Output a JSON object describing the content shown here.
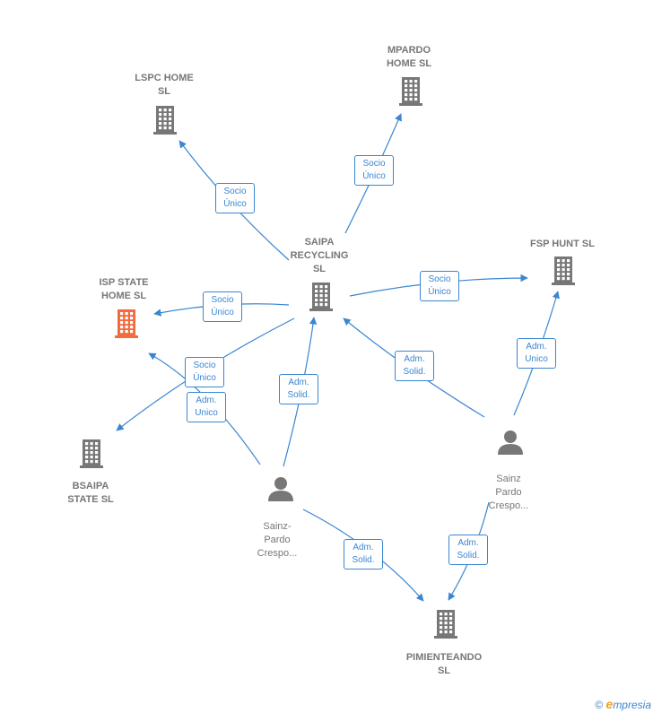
{
  "nodes": [
    {
      "id": "saipa",
      "type": "company",
      "label": "SAIPA\nRECYCLING\nSL",
      "color": "#777777"
    },
    {
      "id": "lspc",
      "type": "company",
      "label": "LSPC HOME\nSL",
      "color": "#777777"
    },
    {
      "id": "mpardo",
      "type": "company",
      "label": "MPARDO\nHOME  SL",
      "color": "#777777"
    },
    {
      "id": "fsp",
      "type": "company",
      "label": "FSP HUNT  SL",
      "color": "#777777"
    },
    {
      "id": "isp",
      "type": "company",
      "label": "ISP STATE\nHOME  SL",
      "color": "#f26a3d"
    },
    {
      "id": "bsaipa",
      "type": "company",
      "label": "BSAIPA\nSTATE  SL",
      "color": "#777777"
    },
    {
      "id": "pimienteando",
      "type": "company",
      "label": "PIMIENTEANDO\nSL",
      "color": "#777777"
    },
    {
      "id": "person1",
      "type": "person",
      "label": "Sainz-\nPardo\nCrespo...",
      "color": "#777777"
    },
    {
      "id": "person2",
      "type": "person",
      "label": "Sainz\nPardo\nCrespo...",
      "color": "#777777"
    }
  ],
  "edges": [
    {
      "from": "saipa",
      "to": "lspc",
      "label": "Socio\nÚnico"
    },
    {
      "from": "saipa",
      "to": "mpardo",
      "label": "Socio\nÚnico"
    },
    {
      "from": "saipa",
      "to": "fsp",
      "label": "Socio\nÚnico"
    },
    {
      "from": "saipa",
      "to": "isp",
      "label": "Socio\nÚnico"
    },
    {
      "from": "saipa",
      "to": "bsaipa",
      "label": "Socio\nÚnico"
    },
    {
      "from": "person1",
      "to": "isp",
      "label": "Adm.\nUnico"
    },
    {
      "from": "person1",
      "to": "saipa",
      "label": "Adm.\nSolid."
    },
    {
      "from": "person1",
      "to": "pimienteando",
      "label": "Adm.\nSolid."
    },
    {
      "from": "person2",
      "to": "saipa",
      "label": "Adm.\nSolid."
    },
    {
      "from": "person2",
      "to": "fsp",
      "label": "Adm.\nUnico"
    },
    {
      "from": "person2",
      "to": "pimienteando",
      "label": "Adm.\nSolid."
    }
  ],
  "colors": {
    "edge": "#3a86d1",
    "company": "#777777",
    "highlight": "#f26a3d"
  },
  "footer": {
    "copyright": "©",
    "brand_e": "e",
    "brand_rest": "mpresia"
  }
}
